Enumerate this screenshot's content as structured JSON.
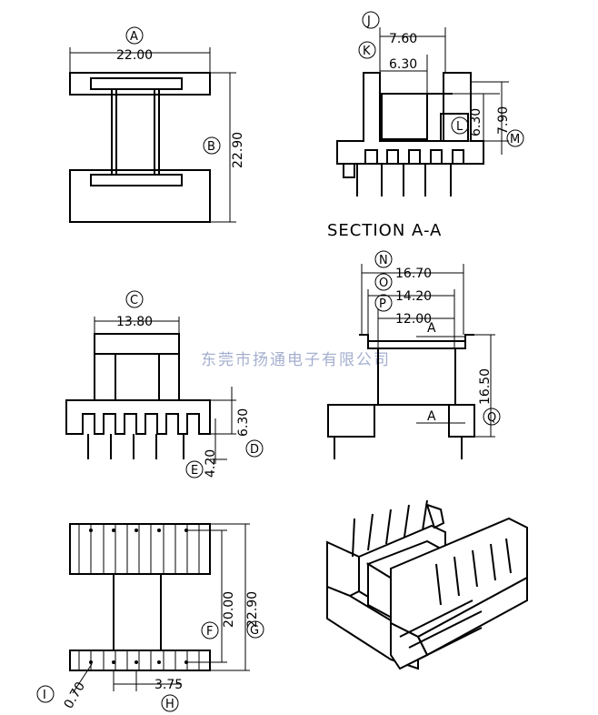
{
  "section_title": "SECTION A-A",
  "watermark": "东莞市扬通电子有限公司",
  "top_left": {
    "width": "22.00",
    "height": "22.90",
    "label_width": "A",
    "label_height": "B"
  },
  "top_right": {
    "d1": "7.60",
    "d2": "6.30",
    "d3": "6.30",
    "d4": "7.90",
    "label_j": "J",
    "label_k": "K",
    "label_l": "L",
    "label_m": "M"
  },
  "mid_left": {
    "top": "13.80",
    "h1": "6.30",
    "h2": "4.20",
    "label_c": "C",
    "label_d": "D",
    "label_e": "E"
  },
  "mid_right": {
    "w1": "16.70",
    "w2": "14.20",
    "w3": "12.00",
    "h": "16.50",
    "section_mark": "A",
    "label_n": "N",
    "label_o": "O",
    "label_p": "P",
    "label_q": "Q"
  },
  "bottom_left": {
    "h1": "20.00",
    "h2": "22.90",
    "pitch": "3.75",
    "pin": "0.70",
    "label_f": "F",
    "label_g": "G",
    "label_h": "H",
    "label_i": "I"
  }
}
